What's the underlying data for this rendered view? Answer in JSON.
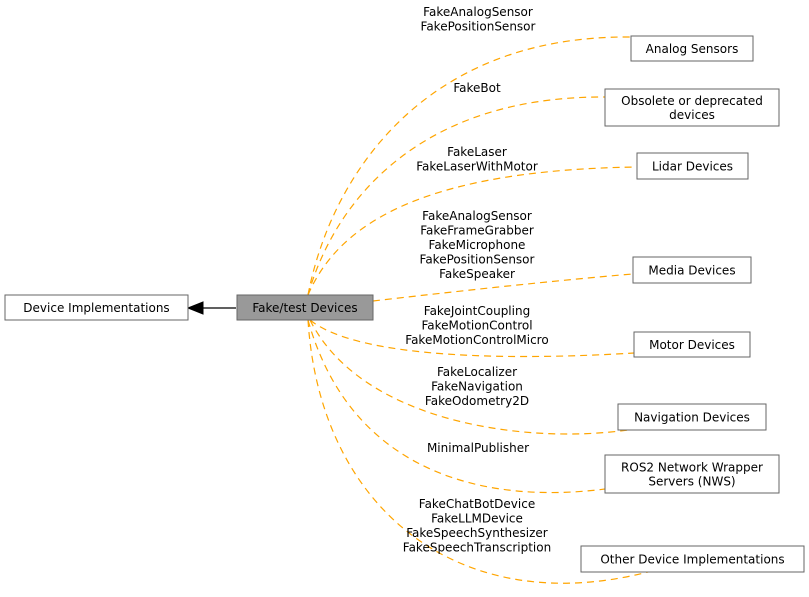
{
  "colors": {
    "node_fill": "#ffffff",
    "current_node_fill": "#999999",
    "node_border": "#666666",
    "group_edge": "#ffa500",
    "inheritance_edge": "#000000"
  },
  "parent": {
    "label": "Device Implementations"
  },
  "current": {
    "label": "Fake/test Devices"
  },
  "groups": [
    {
      "label_lines": [
        "Analog Sensors"
      ],
      "members": [
        "FakeAnalogSensor",
        "FakePositionSensor"
      ]
    },
    {
      "label_lines": [
        "Obsolete or deprecated",
        "devices"
      ],
      "members": [
        "FakeBot"
      ]
    },
    {
      "label_lines": [
        "Lidar Devices"
      ],
      "members": [
        "FakeLaser",
        "FakeLaserWithMotor"
      ]
    },
    {
      "label_lines": [
        "Media Devices"
      ],
      "members": [
        "FakeAnalogSensor",
        "FakeFrameGrabber",
        "FakeMicrophone",
        "FakePositionSensor",
        "FakeSpeaker"
      ]
    },
    {
      "label_lines": [
        "Motor Devices"
      ],
      "members": [
        "FakeJointCoupling",
        "FakeMotionControl",
        "FakeMotionControlMicro"
      ]
    },
    {
      "label_lines": [
        "Navigation Devices"
      ],
      "members": [
        "FakeLocalizer",
        "FakeNavigation",
        "FakeOdometry2D"
      ]
    },
    {
      "label_lines": [
        "ROS2 Network Wrapper",
        "Servers (NWS)"
      ],
      "members": [
        "MinimalPublisher"
      ]
    },
    {
      "label_lines": [
        "Other Device Implementations"
      ],
      "members": [
        "FakeChatBotDevice",
        "FakeLLMDevice",
        "FakeSpeechSynthesizer",
        "FakeSpeechTranscription"
      ]
    }
  ]
}
